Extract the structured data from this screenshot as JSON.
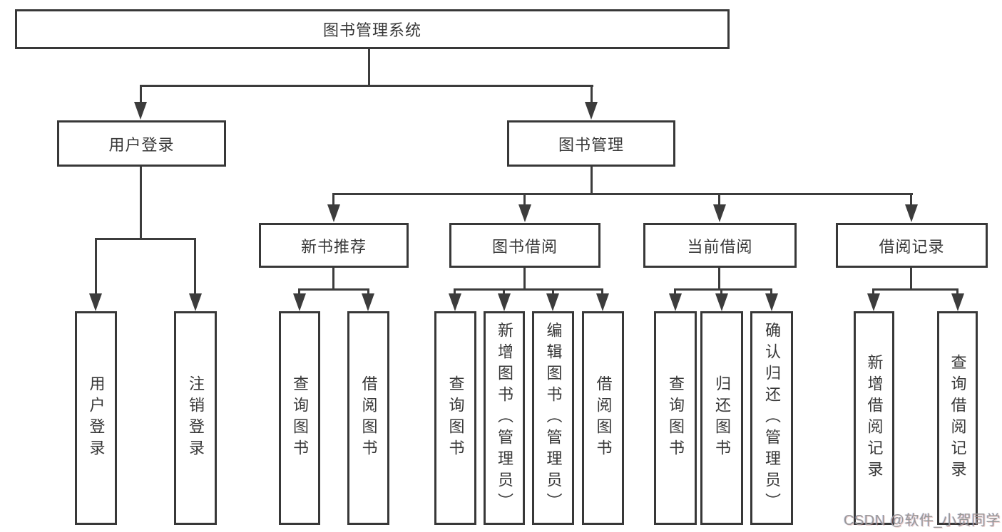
{
  "diagram_title": "图书管理系统",
  "tree": {
    "label": "图书管理系统",
    "children": [
      {
        "label": "用户登录",
        "children": [
          {
            "label": "用户登录"
          },
          {
            "label": "注销登录"
          }
        ]
      },
      {
        "label": "图书管理",
        "children": [
          {
            "label": "新书推荐",
            "children": [
              {
                "label": "查询图书"
              },
              {
                "label": "借阅图书"
              }
            ]
          },
          {
            "label": "图书借阅",
            "children": [
              {
                "label": "查询图书"
              },
              {
                "label": "新增图书（管理员）"
              },
              {
                "label": "编辑图书（管理员）"
              },
              {
                "label": "借阅图书"
              }
            ]
          },
          {
            "label": "当前借阅",
            "children": [
              {
                "label": "查询图书"
              },
              {
                "label": "归还图书"
              },
              {
                "label": "确认归还（管理员）"
              }
            ]
          },
          {
            "label": "借阅记录",
            "children": [
              {
                "label": "新增借阅记录"
              },
              {
                "label": "查询借阅记录"
              }
            ]
          }
        ]
      }
    ]
  },
  "watermark": {
    "text": "CSDN @软件_小贺同学"
  },
  "colors": {
    "line": "#3c3c3c",
    "box_border": "#383838",
    "text": "#383838",
    "background": "#ffffff",
    "watermark": "#999999"
  }
}
